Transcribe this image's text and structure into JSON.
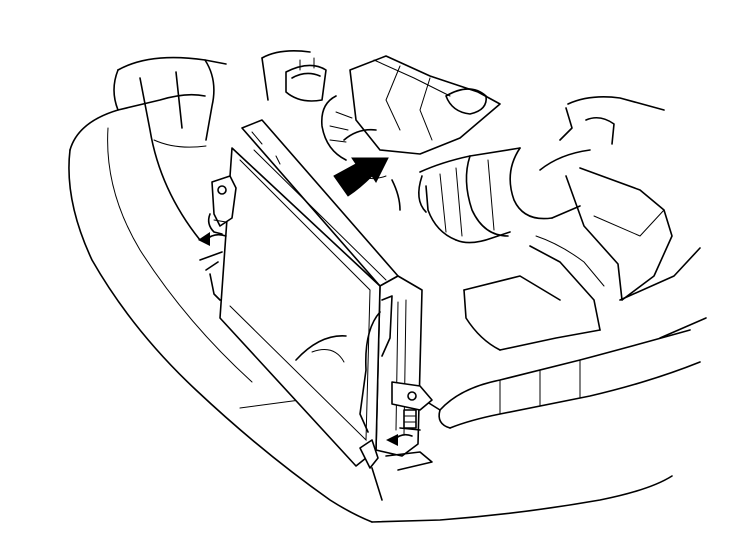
{
  "figure": {
    "subject": "ecm-removal-illustration",
    "stroke_color": "#000000",
    "background_color": "#ffffff",
    "icons": [
      "removal-direction-arrow",
      "bolt-loosen-arrow-left",
      "bolt-loosen-arrow-right"
    ]
  }
}
